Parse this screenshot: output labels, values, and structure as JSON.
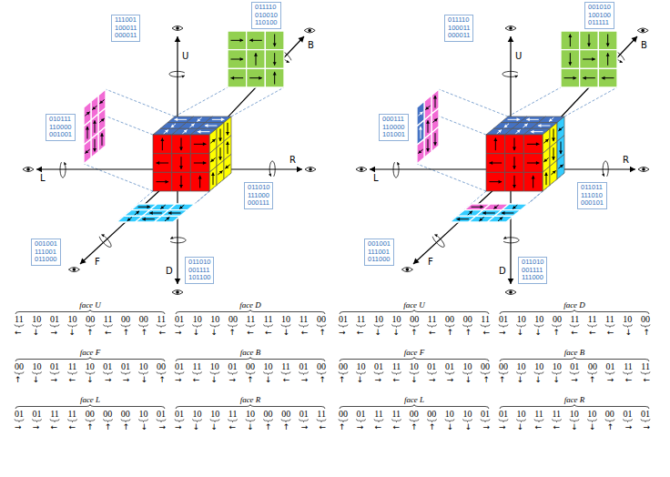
{
  "diagram": {
    "nodes": [
      {
        "text": [
          "111001 100011 000011"
        ]
      },
      {
        "text": [
          "011110 010010 110100"
        ]
      },
      {
        "text": [
          "010111 110000 001001"
        ]
      },
      {
        "text": [
          "011010 111000 000111"
        ]
      },
      {
        "text": [
          "001001 111001 011000"
        ]
      },
      {
        "text": [
          "011010 001111 101100"
        ]
      },
      {
        "text": [
          "011110 100011 000011"
        ]
      },
      {
        "text": [
          "001010 100100 011111"
        ]
      },
      {
        "text": [
          "000111 110000 101001"
        ]
      },
      {
        "text": [
          "011011 111010 000101"
        ]
      },
      {
        "text": [
          "001001 111001 011000"
        ]
      },
      {
        "text": [
          "011010 001111 111000"
        ]
      }
    ],
    "labels": [
      "U",
      "B",
      "L",
      "R",
      "F",
      "D",
      "U",
      "B",
      "L",
      "R",
      "F",
      "D",
      "face U",
      "11 10 01 10 00 11 00 00 11",
      "← ↓ → ↓ ↑ ← ↑ ↑ ←",
      "face D",
      "01 10 10 00 11 11 10 11 00",
      "→ ↓ ↓ ↑ ← ← ↓ ← ↑",
      "face F",
      "00 10 01 11 10 01 01 10 00",
      "↑ ↓ → ← ↓ → → ↓ ↑",
      "face B",
      "01 11 10 01 00 10 11 01 00",
      "→ ← ↓ → ↑ ↓ ← → ↑",
      "face L",
      "01 01 11 11 00 00 00 10 01",
      "→ → ← ← ↑ ↑ ↑ ↓ →",
      "face R",
      "01 10 10 11 10 00 00 01 11",
      "→ ↓ ↓ ← ↓ ↑ ↑ → ←",
      "face U",
      "01 11 10 10 00 11 00 00 11",
      "→ ← ↓ ↓ ↑ ← ↑ ↑ ←",
      "face D",
      "01 10 10 00 11 11 11 10 00",
      "→ ↓ ↓ ↑ ← ← ← ↓ ↑",
      "face F",
      "00 10 01 11 10 01 01 10 00",
      "↑ ↓ → ← ↓ → → ↓ ↑",
      "face B",
      "00 10 10 10 01 00 01 11 11",
      "↑ ↓ ↓ ↓ → ↑ → ← ←",
      "face L",
      "00 01 11 11 00 00 10 10 01",
      "↑ → ← ← ↑ ↑ ↓ ↓ →",
      "face R",
      "01 10 11 11 10 10 00 01 01",
      "→ ↓ ← ← ↓ ↓ ↑ → →"
    ]
  }
}
